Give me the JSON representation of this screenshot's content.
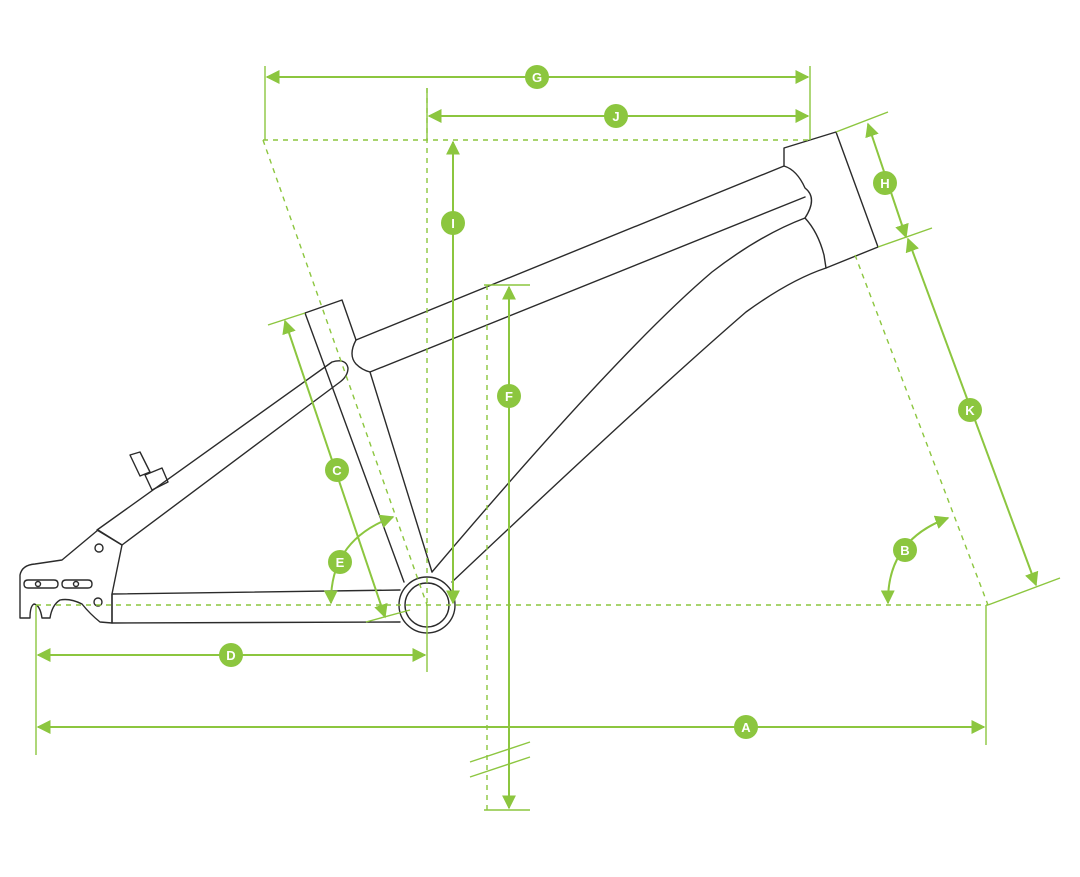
{
  "colors": {
    "accent": "#8cc63f",
    "frame": "#2b2b2b",
    "background": "#ffffff"
  },
  "labels": {
    "A": "A",
    "B": "B",
    "C": "C",
    "D": "D",
    "E": "E",
    "F": "F",
    "G": "G",
    "H": "H",
    "I": "I",
    "J": "J",
    "K": "K"
  }
}
